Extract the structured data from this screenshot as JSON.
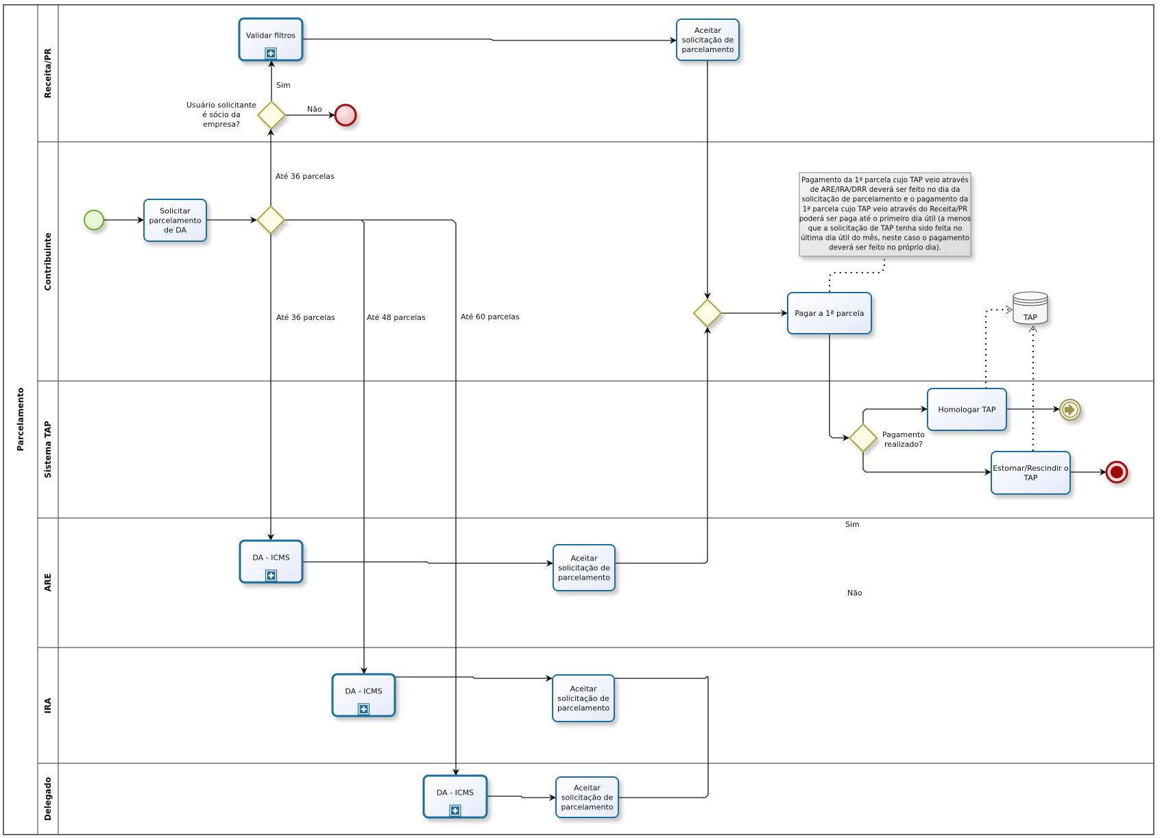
{
  "pool": {
    "label": "Parcelamento"
  },
  "lanes": [
    {
      "id": "receita",
      "label": "Receita/PR"
    },
    {
      "id": "contribuinte",
      "label": "Contribuinte"
    },
    {
      "id": "sistema",
      "label": "Sistema TAP"
    },
    {
      "id": "are",
      "label": "ARE"
    },
    {
      "id": "ira",
      "label": "IRA"
    },
    {
      "id": "delegado",
      "label": "Delegado"
    }
  ],
  "tasks": {
    "validar": {
      "lines": [
        "Validar filtros"
      ],
      "subprocess": true
    },
    "aceitar_receita": {
      "lines": [
        "Aceitar",
        "solicitação de",
        "parcelamento"
      ]
    },
    "solicitar": {
      "lines": [
        "Solicitar",
        "parcelamento",
        "de DA"
      ]
    },
    "pagar": {
      "lines": [
        "Pagar a 1ª parcela"
      ]
    },
    "homologar": {
      "lines": [
        "Homologar TAP"
      ]
    },
    "estornar": {
      "lines": [
        "Estornar/Rescindir o",
        "TAP"
      ]
    },
    "da_are": {
      "lines": [
        "DA - ICMS"
      ],
      "subprocess": true
    },
    "aceitar_are": {
      "lines": [
        "Aceitar",
        "solicitação de",
        "parcelamento"
      ]
    },
    "da_ira": {
      "lines": [
        "DA - ICMS"
      ],
      "subprocess": true
    },
    "aceitar_ira": {
      "lines": [
        "Aceitar",
        "solicitação de",
        "parcelamento"
      ]
    },
    "da_delegado": {
      "lines": [
        "DA - ICMS"
      ],
      "subprocess": true
    },
    "aceitar_delegado": {
      "lines": [
        "Aceitar",
        "solicitação de",
        "parcelamento"
      ]
    }
  },
  "gateways": {
    "socio": {
      "lines": [
        "Usuário solicitante",
        "é sócio da",
        "empresa?"
      ]
    },
    "parcelas": {
      "lines": []
    },
    "merge": {
      "lines": []
    },
    "pagamento": {
      "lines": [
        "Pagamento",
        "realizado?"
      ]
    }
  },
  "datastore": {
    "label": "TAP"
  },
  "flow_labels": {
    "sim": "Sim",
    "nao": "Não",
    "ate36_top": "Até 36 parcelas",
    "ate36": "Até 36 parcelas",
    "ate48": "Até 48 parcelas",
    "ate60": "Até 60 parcelas",
    "sim2": "Sim",
    "nao2": "Não"
  },
  "annotation": {
    "lines": [
      "Pagamento da 1ª parcela cujo TAP veio através",
      "de ARE/IRA/DRR deverá ser feito no dia da",
      "solicitação de parcelamento e o pagamento da",
      "1ª parcela  cujo TAP veio através do  Receita/PR",
      "poderá ser paga até o primeiro dia útil (a menos",
      "que a solicitação de TAP tenha sido feita no",
      "última dia útil do mês, neste caso o pagamento",
      "deverá ser feito no próprio dia)."
    ]
  },
  "colors": {
    "task_stroke": "#1f6e9c",
    "task_fill": "#eef2fb",
    "gateway_stroke": "#a9a63a",
    "gateway_fill": "#fdfde6",
    "start_stroke": "#6aaa2a",
    "start_fill": "#eaf7d6",
    "end_stroke": "#9b0b0b",
    "end_fill": "#f3d3d5",
    "link_stroke": "#9a9450",
    "lane_line": "#555555"
  }
}
